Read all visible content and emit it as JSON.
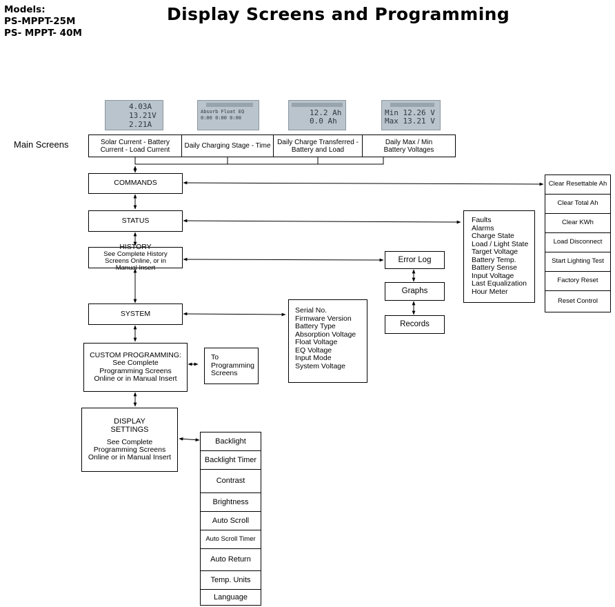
{
  "header": {
    "models_label": "Models:",
    "model_1": "PS-MPPT-25M",
    "model_2": "PS- MPPT- 40M",
    "title": "Display Screens and Programming"
  },
  "main_screens": {
    "label": "Main Screens",
    "screens": [
      {
        "label_1": "Solar Current - Battery",
        "label_2": "Current - Load Current",
        "lcd": [
          "4.03A",
          "13.21V",
          "2.21A"
        ]
      },
      {
        "label_1": "Daily Charging Stage - Time",
        "label_2": "",
        "lcd": [
          "Absorb  Float  EQ",
          "0:00   0:00  0:00"
        ]
      },
      {
        "label_1": "Daily Charge Transferred -",
        "label_2": "Battery and Load",
        "lcd": [
          "12.2 Ah",
          "0.0 Ah"
        ]
      },
      {
        "label_1": "Daily Max / Min",
        "label_2": "Battery Voltages",
        "lcd": [
          "Min  12.26 V",
          "Max  13.21 V"
        ]
      }
    ]
  },
  "menu": {
    "commands": "COMMANDS",
    "status": "STATUS",
    "history": {
      "title": "HISTORY",
      "line_1": "See Complete History",
      "line_2": "Screens Online, or in",
      "line_3": "Manual Insert"
    },
    "system": "SYSTEM",
    "custom_programming": {
      "title": "CUSTOM PROGRAMMING:",
      "line_1": "See Complete",
      "line_2": "Programming Screens",
      "line_3": "Online or in Manual Insert"
    },
    "display_settings": {
      "title_1": "DISPLAY",
      "title_2": "SETTINGS",
      "line_1": "See Complete",
      "line_2": "Programming Screens",
      "line_3": "Online or in Manual Insert"
    }
  },
  "to_programming": {
    "line_1": "To",
    "line_2": "Programming",
    "line_3": "Screens"
  },
  "commands_items": [
    "Clear Resettable Ah",
    "Clear Total Ah",
    "Clear KWh",
    "Load Disconnect",
    "Start Lighting Test",
    "Factory Reset",
    "Reset Control"
  ],
  "status_items": [
    "Faults",
    "Alarms",
    "Charge State",
    "Load / Light State",
    "Target Voltage",
    "Battery Temp.",
    "Battery Sense",
    "Input Voltage",
    "Last Equalization",
    "Hour Meter"
  ],
  "history_items": [
    "Error Log",
    "Graphs",
    "Records"
  ],
  "system_items": [
    "Serial No.",
    "Firmware Version",
    "Battery Type",
    "Absorption Voltage",
    "Float Voltage",
    "EQ Voltage",
    "Input Mode",
    "System Voltage"
  ],
  "display_items": [
    "Backlight",
    "Backlight Timer",
    "Contrast",
    "Brightness",
    "Auto Scroll",
    "Auto Scroll Timer",
    "Auto Return",
    "Temp. Units",
    "Language"
  ]
}
